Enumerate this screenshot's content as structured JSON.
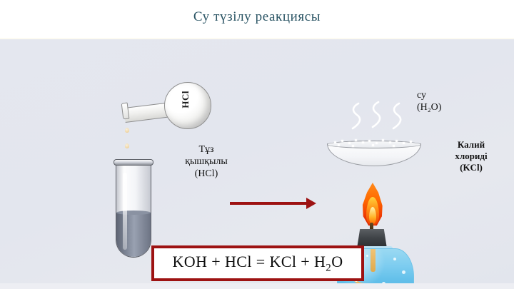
{
  "slide": {
    "title": "Су түзілу реакциясы"
  },
  "left": {
    "flask_label": "HCl",
    "reagent_label": "Тұз\nқышқылы\n(HCl)"
  },
  "right": {
    "water_label": "су\n(H₂O)",
    "product_label": "Калий\nхлориді\n(KCl)"
  },
  "equation": {
    "left_side": "KOH + HCl",
    "equals": "=",
    "right_side_1": "KCl + H",
    "right_side_sub": "2",
    "right_side_2": "O",
    "full_text": "KOH + HCl = KCl + H2O"
  },
  "colors": {
    "title": "#2a5464",
    "panel_background": "#e4e7ef",
    "arrow": "#9d1212",
    "equation_border": "#9d1212",
    "flame_outer": "#ff6a00",
    "flame_core": "#ffd23b",
    "burner_liquid": "#7ecdf0",
    "tube_liquid": "#7a8292"
  },
  "icons": {
    "arrow": "right-arrow-icon",
    "steam": "steam-wisp-icon",
    "flame": "flame-icon",
    "droplet": "droplet-icon"
  }
}
